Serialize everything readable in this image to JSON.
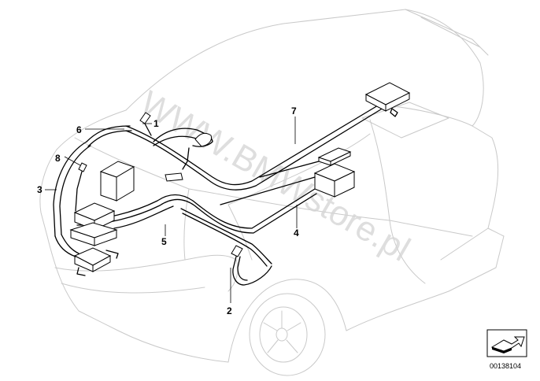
{
  "diagram": {
    "callouts": [
      {
        "id": "1",
        "label": "1"
      },
      {
        "id": "2",
        "label": "2"
      },
      {
        "id": "3",
        "label": "3"
      },
      {
        "id": "4",
        "label": "4"
      },
      {
        "id": "5",
        "label": "5"
      },
      {
        "id": "6",
        "label": "6"
      },
      {
        "id": "7",
        "label": "7"
      },
      {
        "id": "8",
        "label": "8"
      }
    ],
    "watermark": "WWW.BMWstore.pl",
    "diagram_code": "00138104",
    "colors": {
      "lines": "#000000",
      "car_outline": "#c9c9c9",
      "watermark": "#d4d4d4",
      "background": "#ffffff"
    },
    "icons": [
      "next-page-arrow-icon"
    ]
  }
}
